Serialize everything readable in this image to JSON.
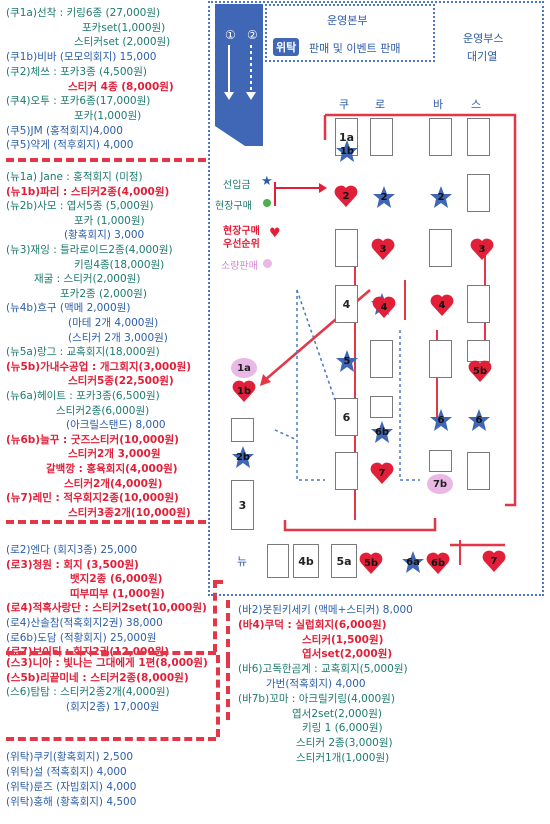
{
  "left_list": {
    "group1": [
      {
        "text": "(쿠1a)선착 : 키링6종 (27,000원)",
        "style": "g"
      },
      {
        "text": "포카set(1,000원)",
        "style": "g"
      },
      {
        "text": "스티커set (2,000원)",
        "style": "g"
      },
      {
        "text": "(쿠1b)비바 (모모의회지) 15,000",
        "style": "b"
      },
      {
        "text": "(쿠2)체쓰 : 포카3종 (4,500원)",
        "style": "g"
      },
      {
        "text": "스티커 4종 (8,000원)",
        "style": "r"
      },
      {
        "text": "(쿠4)오투 : 포카6종(17,000원)",
        "style": "g"
      },
      {
        "text": "포카(1,000원)",
        "style": "g"
      },
      {
        "text": "(쿠5)JM (홍적회지)4,000",
        "style": "b"
      },
      {
        "text": "(쿠5)약게 (적후회지) 4,000",
        "style": "b"
      }
    ],
    "group2": [
      {
        "text": "(뉴1a) Jane : 홍적회지 (미정)",
        "style": "g"
      },
      {
        "text": "(뉴1b)파리 : 스티커2종(4,000원)",
        "style": "r"
      },
      {
        "text": "(뉴2b)사모 : 엽서5종 (5,000원)",
        "style": "g"
      },
      {
        "text": "포카 (1,000원)",
        "style": "g"
      },
      {
        "text": "(황혹회지) 3,000",
        "style": "b"
      },
      {
        "text": "(뉴3)재잉 : 틀라로이드2종(4,000원)",
        "style": "g"
      },
      {
        "text": "키링4종(18,000원)",
        "style": "g"
      },
      {
        "text": "재굴 : 스티커(2,000원)",
        "style": "g"
      },
      {
        "text": "포카2종 (2,000원)",
        "style": "g"
      },
      {
        "text": "(뉴4b)흐구 (맥메 2,000원)",
        "style": "b"
      },
      {
        "text": "(마테 2개 4,000원)",
        "style": "b"
      },
      {
        "text": "(스티커 2개 3,000원)",
        "style": "b"
      },
      {
        "text": "(뉴5a)랑그 : 교혹회지(18,000원)",
        "style": "g"
      },
      {
        "text": "(뉴5b)가내수공업 : 개그회지(3,000원)",
        "style": "r"
      },
      {
        "text": "스티커5종(22,500원)",
        "style": "r"
      },
      {
        "text": "(뉴6a)헤이트 : 포카3종(6,500원)",
        "style": "g"
      },
      {
        "text": "스티커2종(6,000원)",
        "style": "g"
      },
      {
        "text": "(아크릴스탠드) 8,000",
        "style": "b"
      },
      {
        "text": "(뉴6b)늘꾸 : 굿즈스티커(10,000원)",
        "style": "r"
      },
      {
        "text": "스티커2개 3,000원",
        "style": "r"
      },
      {
        "text": "갈백깡 : 홍육회지(4,000원)",
        "style": "r"
      },
      {
        "text": "스티커2개(4,000원)",
        "style": "r"
      },
      {
        "text": "(뉴7)레민 : 적우회지2종(10,000원)",
        "style": "r"
      },
      {
        "text": "스티커3종2개(10,000원)",
        "style": "r"
      }
    ],
    "group3": [
      {
        "text": "(로2)엔다 (회지3종) 25,000",
        "style": "b"
      },
      {
        "text": "(로3)청원 : 회지 (3,500원)",
        "style": "r"
      },
      {
        "text": "뱃지2종 (6,000원)",
        "style": "r"
      },
      {
        "text": "띠부띠부 (1,000원)",
        "style": "r"
      },
      {
        "text": "(로4)적혹사랑단 : 스티커2set(10,000원)",
        "style": "r"
      },
      {
        "text": "(로4)산솔참(적혹회지2권) 38,000",
        "style": "b"
      },
      {
        "text": "(로6b)도담 (적황회지) 25,000원",
        "style": "b"
      },
      {
        "text": "(로7)보이티 : 회지2권(12,000원)",
        "style": "r"
      }
    ],
    "group4": [
      {
        "text": "(스3)니아 : 빛나는 그대에게 1편(8,000원)",
        "style": "r"
      },
      {
        "text": "(스5b)리끝미네 : 스티커2종(8,000원)",
        "style": "r"
      },
      {
        "text": "(스6)탐탐 : 스티커2종2개(4,000원)",
        "style": "g"
      },
      {
        "text": "(회지2종) 17,000원",
        "style": "b"
      }
    ],
    "group5": [
      {
        "text": "(위탁)쿠키(황혹회지) 2,500",
        "style": "b"
      },
      {
        "text": "(위탁)설 (적혹회지) 4,000",
        "style": "b"
      },
      {
        "text": "(위탁)룬즈 (자빔회지) 4,000",
        "style": "b"
      },
      {
        "text": "(위탁)홍해 (황혹회지) 4,500",
        "style": "b"
      }
    ]
  },
  "right_list": [
    {
      "text": "(바2)못된키세키 (맥메+스티커) 8,000",
      "style": "b"
    },
    {
      "text": "(바4)쿠덕 : 실럽회지(6,000원)",
      "style": "r"
    },
    {
      "text": "스티커(1,500원)",
      "style": "r"
    },
    {
      "text": "엽서set(2,000원)",
      "style": "r"
    },
    {
      "text": "(바6)고독한곰계 : 교혹회지(5,000원)",
      "style": "g"
    },
    {
      "text": "가번(적혹회지) 4,000",
      "style": "b"
    },
    {
      "text": "(바7b)꼬마 : 아크릴키링(4,000원)",
      "style": "g"
    },
    {
      "text": "엽서2set(2,000원)",
      "style": "g"
    },
    {
      "text": "키링 1 (6,000원)",
      "style": "g"
    },
    {
      "text": "스티커 2종(3,000원)",
      "style": "g"
    },
    {
      "text": "스티커1개(1,000원)",
      "style": "g"
    }
  ],
  "map": {
    "hq_title": "운영본부",
    "hq_subtitle_badge": "위탁",
    "hq_subtitle": "판매 및 이벤트 판매",
    "booth_title_1": "운영부스",
    "booth_title_2": "대기열",
    "queue_1": "①",
    "queue_2": "②",
    "col_ku": "쿠",
    "col_ro": "로",
    "col_ba": "바",
    "col_seu": "스",
    "row_nyu": "뉴",
    "legend": {
      "first_come": "선입금",
      "onsite": "현장구매",
      "priority_1": "현장구매",
      "priority_2": "우선순위",
      "sold_out": "소량판매"
    },
    "cells": {
      "ku1a": "1a",
      "ku1b": "1b",
      "ku2": "2",
      "ku3": "3",
      "ku4": "4",
      "ku5": "5",
      "ku6": "6",
      "ku7": "7",
      "ro4": "4",
      "ro6b": "6b",
      "ba2": "2",
      "ba4": "4",
      "ba6": "6",
      "ba7b": "7b",
      "seu3": "3",
      "seu5b": "5b",
      "seu6": "6",
      "seu7": "7",
      "nyu1a": "1a",
      "nyu1b": "1b",
      "nyu2b": "2b",
      "nyu3": "3",
      "nyu4b": "4b",
      "nyu5a": "5a",
      "nyu5b": "5b",
      "nyu6a": "6a",
      "nyu6b": "6b"
    }
  },
  "colors": {
    "red": "#e21f38",
    "blue": "#2c5ea8",
    "green": "#1e7a6e",
    "pink": "#e9b8e6",
    "navy": "#3a63b0"
  }
}
